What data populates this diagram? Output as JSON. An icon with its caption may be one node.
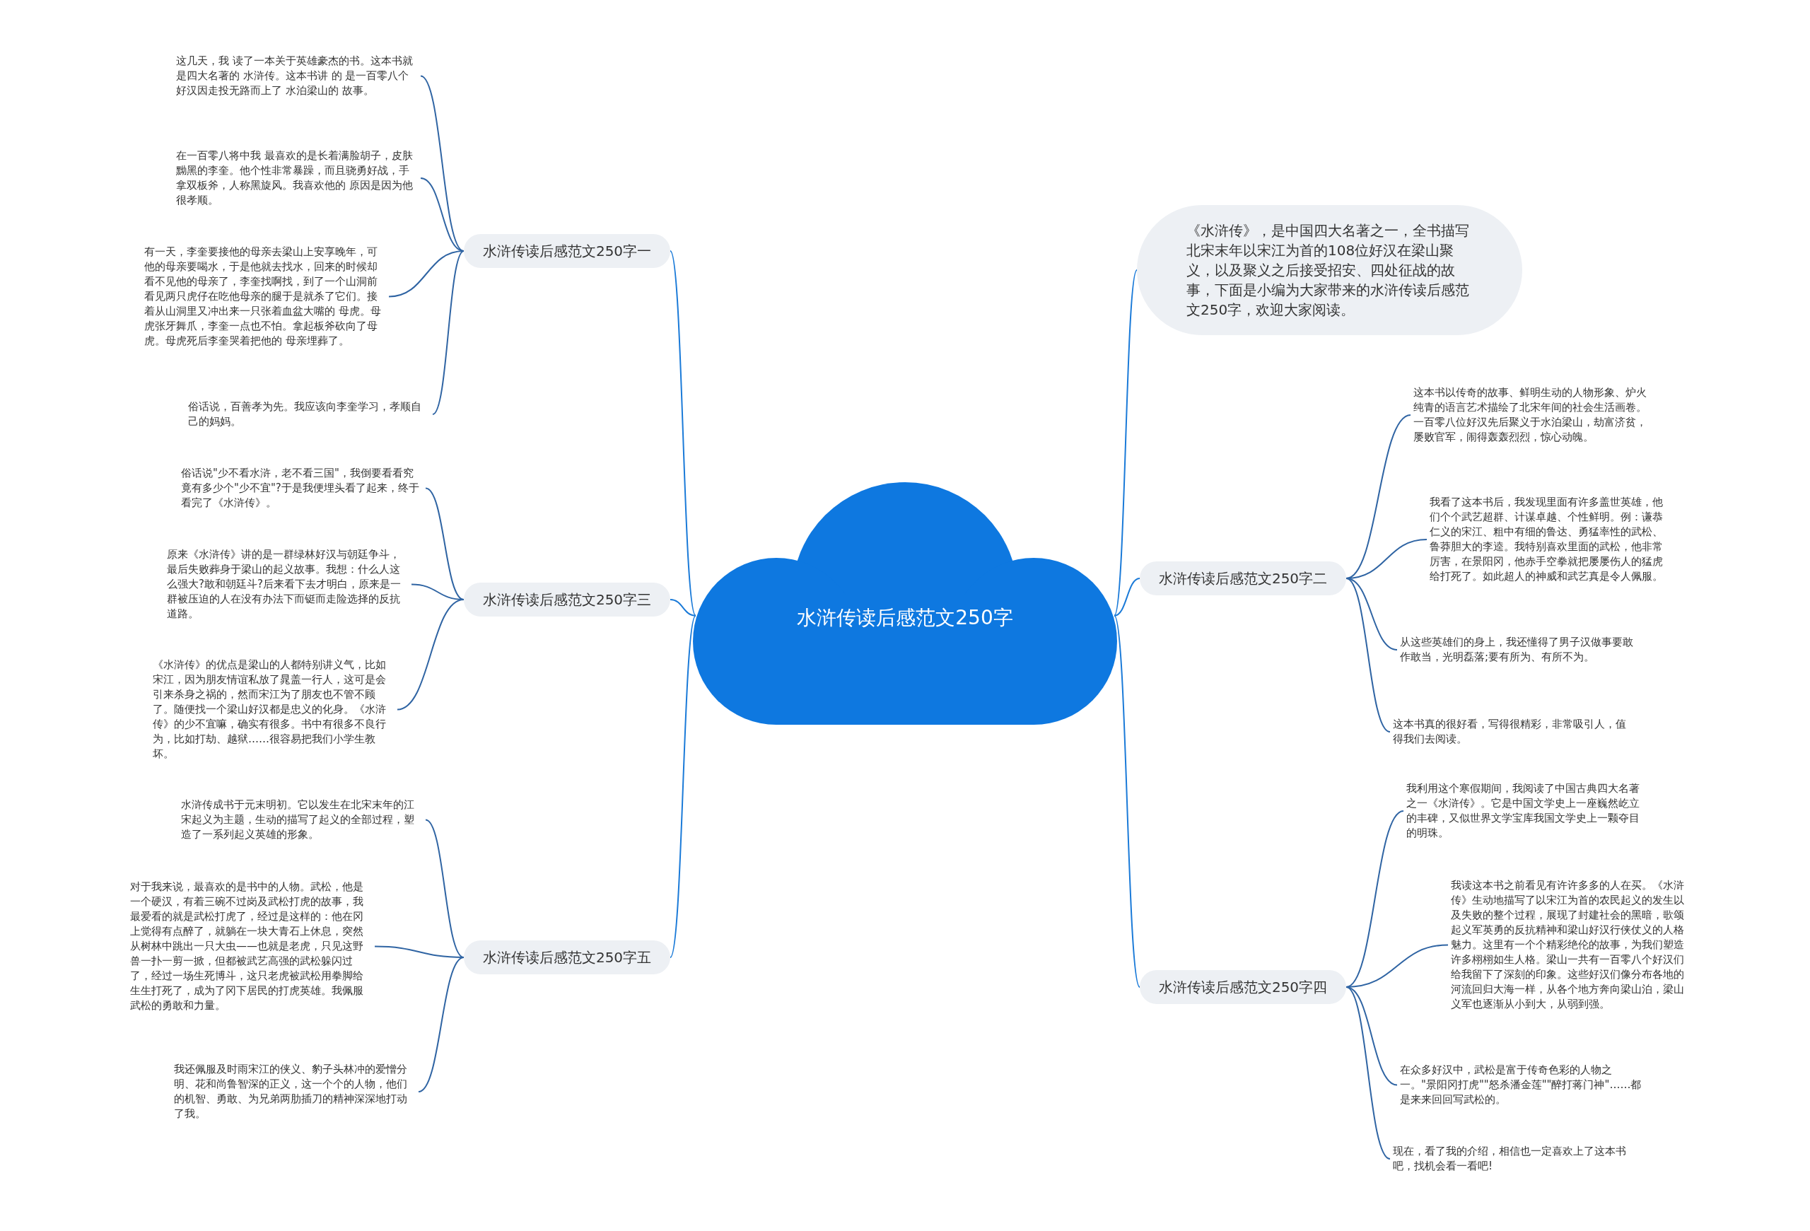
{
  "diagram": {
    "nodes": [
      {
        "text": [
          "水浒传读后感范文250字"
        ]
      },
      {
        "text": [
          "《水浒传》，是中国四大名著之一，全书描写北宋末年以宋江为首的108位好汉在梁山聚义，以及聚义之后接受招安、四处征战的故事，下面是小编为大家带来的水浒传读后感范文250字，欢迎大家阅读。"
        ]
      },
      {
        "text": [
          "水浒传读后感范文250字一"
        ]
      },
      {
        "text": [
          "这几天，我 读了一本关于英雄豪杰的书。这本书就是四大名著的 水浒传。这本书讲 的 是一百零八个好汉因走投无路而上了 水泊梁山的 故事。"
        ]
      },
      {
        "text": [
          "在一百零八将中我 最喜欢的是长着满脸胡子，皮肤黝黑的李奎。他个性非常暴躁，而且骁勇好战，手拿双板斧，人称黑旋风。我喜欢他的 原因是因为他很孝顺。"
        ]
      },
      {
        "text": [
          "有一天，李奎要接他的母亲去梁山上安享晚年，可他的母亲要喝水，于是他就去找水，回来的时候却看不见他的母亲了，李奎找啊找，到了一个山洞前看见两只虎仔在吃他母亲的腿于是就杀了它们。接着从山洞里又冲出来一只张着血盆大嘴的 母虎。母虎张牙舞爪，李奎一点也不怕。拿起板斧砍向了母虎。母虎死后李奎哭着把他的 母亲埋葬了。"
        ]
      },
      {
        "text": [
          "俗话说，百善孝为先。我应该向李奎学习，孝顺自己的妈妈。"
        ]
      },
      {
        "text": [
          "水浒传读后感范文250字三"
        ]
      },
      {
        "text": [
          "俗话说\"少不看水浒，老不看三国\"，我倒要看看究竟有多少个\"少不宜\"?于是我便埋头看了起来，终于看完了《水浒传》。"
        ]
      },
      {
        "text": [
          "原来《水浒传》讲的是一群绿林好汉与朝廷争斗，最后失败葬身于梁山的起义故事。我想：什么人这么强大?敢和朝廷斗?后来看下去才明白，原来是一群被压迫的人在没有办法下而铤而走险选择的反抗道路。"
        ]
      },
      {
        "text": [
          "《水浒传》的优点是梁山的人都特别讲义气，比如宋江，因为朋友情谊私放了晁盖一行人，这可是会引来杀身之祸的，然而宋江为了朋友也不管不顾了。随便找一个梁山好汉都是忠义的化身。《水浒传》的少不宜嘛，确实有很多。书中有很多不良行为，比如打劫、越狱……很容易把我们小学生教坏。"
        ]
      },
      {
        "text": [
          "水浒传读后感范文250字五"
        ]
      },
      {
        "text": [
          "水浒传成书于元末明初。它以发生在北宋末年的江宋起义为主题，生动的描写了起义的全部过程，塑造了一系列起义英雄的形象。"
        ]
      },
      {
        "text": [
          "对于我来说，最喜欢的是书中的人物。武松，他是一个硬汉，有着三碗不过岗及武松打虎的故事，我最爱看的就是武松打虎了，经过是这样的：他在冈上觉得有点醉了，就躺在一块大青石上休息，突然从树林中跳出一只大虫——也就是老虎，只见这野兽一扑一剪一掀，但都被武艺高强的武松躲闪过了，经过一场生死博斗，这只老虎被武松用拳脚给生生打死了，成为了冈下居民的打虎英雄。我佩服武松的勇敢和力量。"
        ]
      },
      {
        "text": [
          "我还佩服及时雨宋江的侠义、豹子头林冲的爱憎分明、花和尚鲁智深的正义，这一个个的人物，他们的机智、勇敢、为兄弟两肋插刀的精神深深地打动了我。"
        ]
      },
      {
        "text": [
          "水浒传读后感范文250字二"
        ]
      },
      {
        "text": [
          "这本书以传奇的故事、鲜明生动的人物形象、炉火纯青的语言艺术描绘了北宋年间的社会生活画卷。一百零八位好汉先后聚义于水泊梁山，劫富济贫，屡败官军，闹得轰轰烈烈，惊心动魄。"
        ]
      },
      {
        "text": [
          "我看了这本书后，我发现里面有许多盖世英雄，他们个个武艺超群、计谋卓越、个性鲜明。例：谦恭仁义的宋江、粗中有细的鲁达、勇猛率性的武松、鲁莽胆大的李逵。我特别喜欢里面的武松，他非常厉害，在景阳冈，他赤手空拳就把屡屡伤人的猛虎给打死了。如此超人的神威和武艺真是令人佩服。"
        ]
      },
      {
        "text": [
          "从这些英雄们的身上，我还懂得了男子汉做事要敢作敢当，光明磊落;要有所为、有所不为。"
        ]
      },
      {
        "text": [
          "这本书真的很好看，写得很精彩，非常吸引人，值得我们去阅读。"
        ]
      },
      {
        "text": [
          "水浒传读后感范文250字四"
        ]
      },
      {
        "text": [
          "我利用这个寒假期间，我阅读了中国古典四大名著之一《水浒传》。它是中国文学史上一座巍然屹立的丰碑，又似世界文学宝库我国文学史上一颗夺目的明珠。"
        ]
      },
      {
        "text": [
          "我读这本书之前看见有许许多多的人在买。《水浒传》生动地描写了以宋江为首的农民起义的发生以及失败的整个过程，展现了封建社会的黑暗，歌颂起义军英勇的反抗精神和梁山好汉行侠仗义的人格魅力。这里有一个个精彩绝伦的故事，为我们塑造许多栩栩如生人格。梁山一共有一百零八个好汉们给我留下了深刻的印象。这些好汉们像分布各地的河流回归大海一样，从各个地方奔向梁山泊，梁山义军也逐渐从小到大，从弱到强。"
        ]
      },
      {
        "text": [
          "在众多好汉中，武松是富于传奇色彩的人物之一。\"景阳冈打虎\"\"怒杀潘金莲\"\"醉打蒋门神\"……都是来来回回写武松的。"
        ]
      },
      {
        "text": [
          "现在，看了我的介绍，相信也一定喜欢上了这本书吧，找机会看一看吧!"
        ]
      }
    ],
    "edges": [
      {
        "from": 0,
        "to": 1,
        "arrow": "none",
        "color": "#1a7ad8"
      },
      {
        "from": 0,
        "to": 2,
        "arrow": "none",
        "color": "#1a7ad8"
      },
      {
        "from": 2,
        "to": 3,
        "arrow": "none"
      },
      {
        "from": 2,
        "to": 4,
        "arrow": "none"
      },
      {
        "from": 2,
        "to": 5,
        "arrow": "none"
      },
      {
        "from": 2,
        "to": 6,
        "arrow": "none"
      },
      {
        "from": 0,
        "to": 7,
        "arrow": "none",
        "color": "#1a7ad8"
      },
      {
        "from": 7,
        "to": 8,
        "arrow": "none"
      },
      {
        "from": 7,
        "to": 9,
        "arrow": "none"
      },
      {
        "from": 7,
        "to": 10,
        "arrow": "none"
      },
      {
        "from": 0,
        "to": 11,
        "arrow": "none",
        "color": "#1a7ad8"
      },
      {
        "from": 11,
        "to": 12,
        "arrow": "none"
      },
      {
        "from": 11,
        "to": 13,
        "arrow": "none"
      },
      {
        "from": 11,
        "to": 14,
        "arrow": "none"
      },
      {
        "from": 0,
        "to": 15,
        "arrow": "none",
        "color": "#1a7ad8"
      },
      {
        "from": 15,
        "to": 16,
        "arrow": "none"
      },
      {
        "from": 15,
        "to": 17,
        "arrow": "none"
      },
      {
        "from": 15,
        "to": 18,
        "arrow": "none"
      },
      {
        "from": 15,
        "to": 19,
        "arrow": "none"
      },
      {
        "from": 0,
        "to": 20,
        "arrow": "none",
        "color": "#1a7ad8"
      },
      {
        "from": 20,
        "to": 21,
        "arrow": "none"
      },
      {
        "from": 20,
        "to": 22,
        "arrow": "none"
      },
      {
        "from": 20,
        "to": 23,
        "arrow": "none"
      },
      {
        "from": 20,
        "to": 24,
        "arrow": "none"
      }
    ]
  }
}
